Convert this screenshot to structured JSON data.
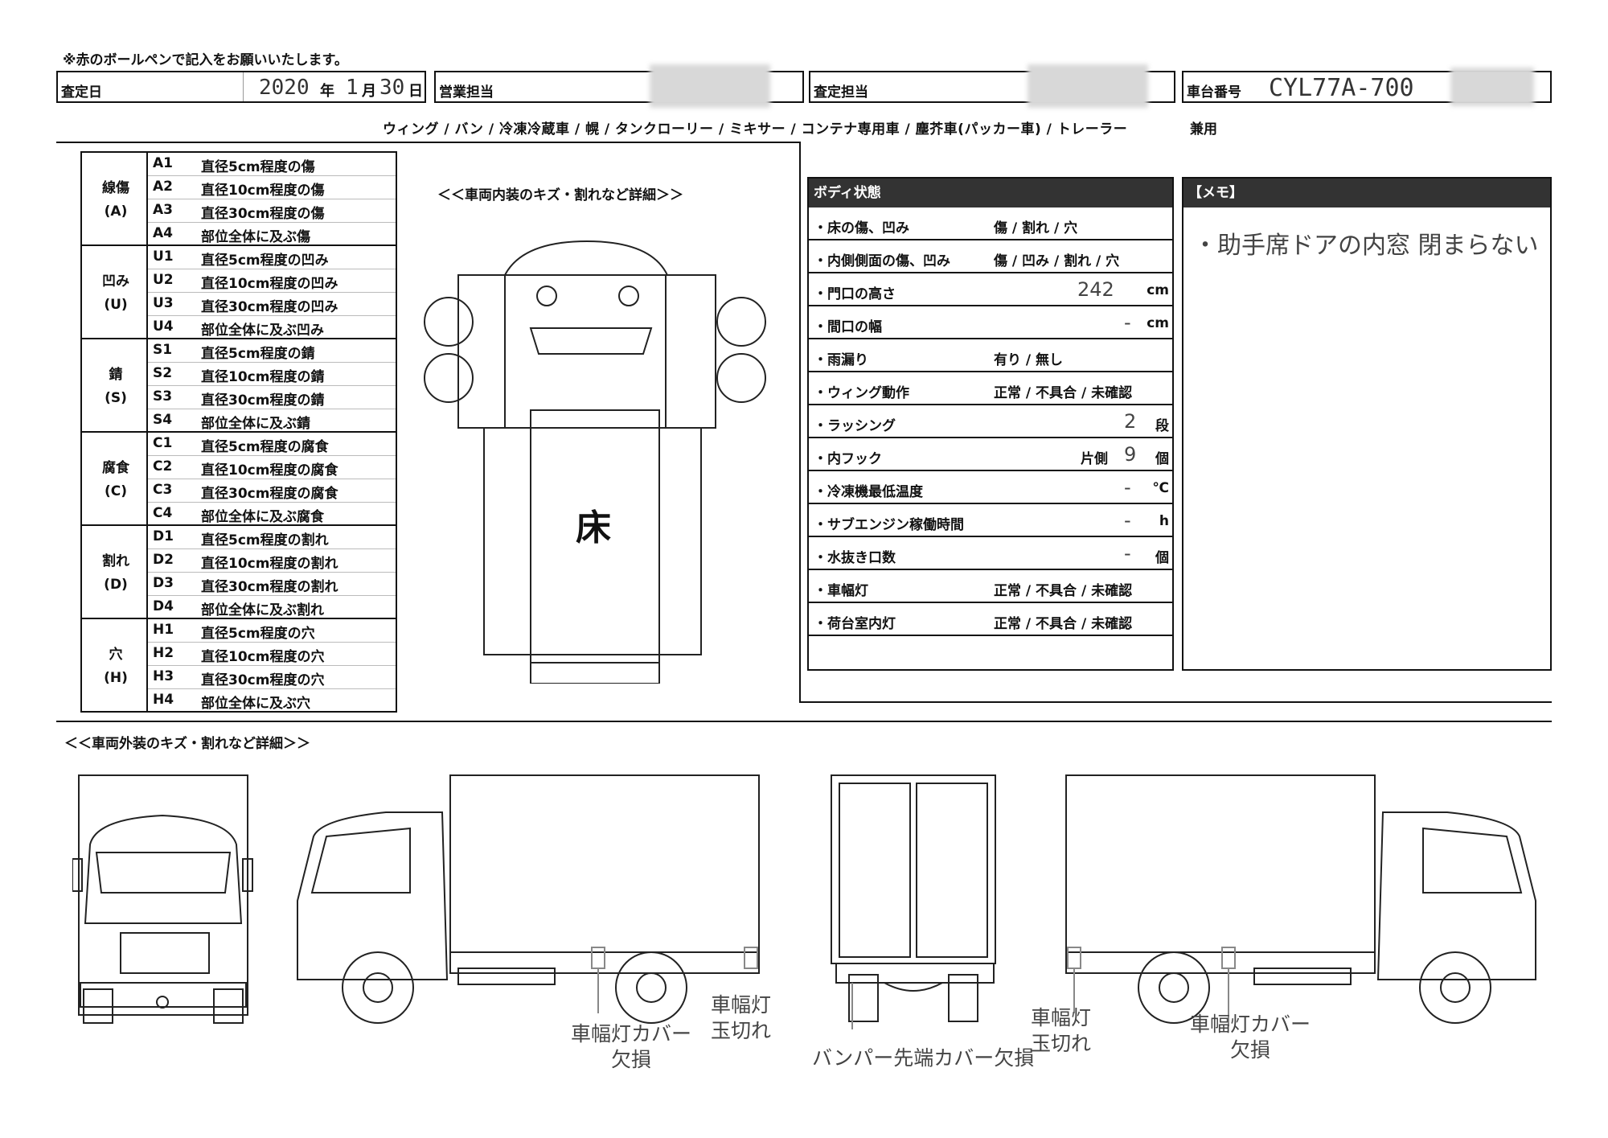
{
  "note": "※赤のボールペンで記入をお願いいたします。",
  "header": {
    "inspection_date_label": "査定日",
    "inspection_year": "2020",
    "year_suffix": "年",
    "inspection_month": "1",
    "month_suffix": "月",
    "inspection_day": "30",
    "day_suffix": "日",
    "sales_label": "営業担当",
    "assessor_label": "査定担当",
    "chassis_label": "車台番号",
    "chassis_number": "CYL77A-700"
  },
  "vehicle_types": "ウィング / バン / 冷凍冷蔵車 / 幌 / タンクローリー / ミキサー / コンテナ専用車 / 塵芥車(パッカー車) / トレーラー",
  "combined_label": "兼用",
  "legend": [
    {
      "name": "線傷",
      "code": "(A)",
      "rows": [
        {
          "code": "A1",
          "desc": "直径5cm程度の傷"
        },
        {
          "code": "A2",
          "desc": "直径10cm程度の傷"
        },
        {
          "code": "A3",
          "desc": "直径30cm程度の傷"
        },
        {
          "code": "A4",
          "desc": "部位全体に及ぶ傷"
        }
      ]
    },
    {
      "name": "凹み",
      "code": "(U)",
      "rows": [
        {
          "code": "U1",
          "desc": "直径5cm程度の凹み"
        },
        {
          "code": "U2",
          "desc": "直径10cm程度の凹み"
        },
        {
          "code": "U3",
          "desc": "直径30cm程度の凹み"
        },
        {
          "code": "U4",
          "desc": "部位全体に及ぶ凹み"
        }
      ]
    },
    {
      "name": "錆",
      "code": "(S)",
      "rows": [
        {
          "code": "S1",
          "desc": "直径5cm程度の錆"
        },
        {
          "code": "S2",
          "desc": "直径10cm程度の錆"
        },
        {
          "code": "S3",
          "desc": "直径30cm程度の錆"
        },
        {
          "code": "S4",
          "desc": "部位全体に及ぶ錆"
        }
      ]
    },
    {
      "name": "腐食",
      "code": "(C)",
      "rows": [
        {
          "code": "C1",
          "desc": "直径5cm程度の腐食"
        },
        {
          "code": "C2",
          "desc": "直径10cm程度の腐食"
        },
        {
          "code": "C3",
          "desc": "直径30cm程度の腐食"
        },
        {
          "code": "C4",
          "desc": "部位全体に及ぶ腐食"
        }
      ]
    },
    {
      "name": "割れ",
      "code": "(D)",
      "rows": [
        {
          "code": "D1",
          "desc": "直径5cm程度の割れ"
        },
        {
          "code": "D2",
          "desc": "直径10cm程度の割れ"
        },
        {
          "code": "D3",
          "desc": "直径30cm程度の割れ"
        },
        {
          "code": "D4",
          "desc": "部位全体に及ぶ割れ"
        }
      ]
    },
    {
      "name": "穴",
      "code": "(H)",
      "rows": [
        {
          "code": "H1",
          "desc": "直径5cm程度の穴"
        },
        {
          "code": "H2",
          "desc": "直径10cm程度の穴"
        },
        {
          "code": "H3",
          "desc": "直径30cm程度の穴"
        },
        {
          "code": "H4",
          "desc": "部位全体に及ぶ穴"
        }
      ]
    }
  ],
  "interior": {
    "title": "＜＜車両内装のキズ・割れなど詳細＞＞",
    "floor_label": "床"
  },
  "body_condition": {
    "title": "ボディ状態",
    "rows": [
      {
        "label": "・床の傷、凹み",
        "options": "傷 / 割れ / 穴",
        "value": "",
        "unit": ""
      },
      {
        "label": "・内側側面の傷、凹み",
        "options": "傷 / 凹み / 割れ / 穴",
        "value": "",
        "unit": ""
      },
      {
        "label": "・門口の高さ",
        "options": "",
        "value": "242",
        "unit": "cm"
      },
      {
        "label": "・間口の幅",
        "options": "",
        "value": "-",
        "unit": "cm"
      },
      {
        "label": "・雨漏り",
        "options": "有り / 無し",
        "value": "",
        "unit": ""
      },
      {
        "label": "・ウィング動作",
        "options": "正常 / 不具合 / 未確認",
        "value": "",
        "unit": ""
      },
      {
        "label": "・ラッシング",
        "options": "",
        "value": "2",
        "unit": "段"
      },
      {
        "label": "・内フック",
        "options": "片側",
        "value": "9",
        "unit": "個"
      },
      {
        "label": "・冷凍機最低温度",
        "options": "",
        "value": "-",
        "unit": "℃"
      },
      {
        "label": "・サブエンジン稼働時間",
        "options": "",
        "value": "-",
        "unit": "h"
      },
      {
        "label": "・水抜き口数",
        "options": "",
        "value": "-",
        "unit": "個"
      },
      {
        "label": "・車幅灯",
        "options": "正常 / 不具合 / 未確認",
        "value": "",
        "unit": ""
      },
      {
        "label": "・荷台室内灯",
        "options": "正常 / 不具合 / 未確認",
        "value": "",
        "unit": ""
      }
    ]
  },
  "memo": {
    "title": "【メモ】",
    "text": "・助手席ドアの内窓 閉まらない"
  },
  "exterior": {
    "title": "＜＜車両外装のキズ・割れなど詳細＞＞",
    "notes": [
      {
        "line1": "車幅灯カバー",
        "line2": "欠損"
      },
      {
        "line1": "車幅灯",
        "line2": "玉切れ"
      },
      {
        "line1": "バンパー先端カバー欠損",
        "line2": ""
      },
      {
        "line1": "車幅灯",
        "line2": "玉切れ"
      },
      {
        "line1": "車幅灯カバー",
        "line2": "欠損"
      }
    ]
  }
}
